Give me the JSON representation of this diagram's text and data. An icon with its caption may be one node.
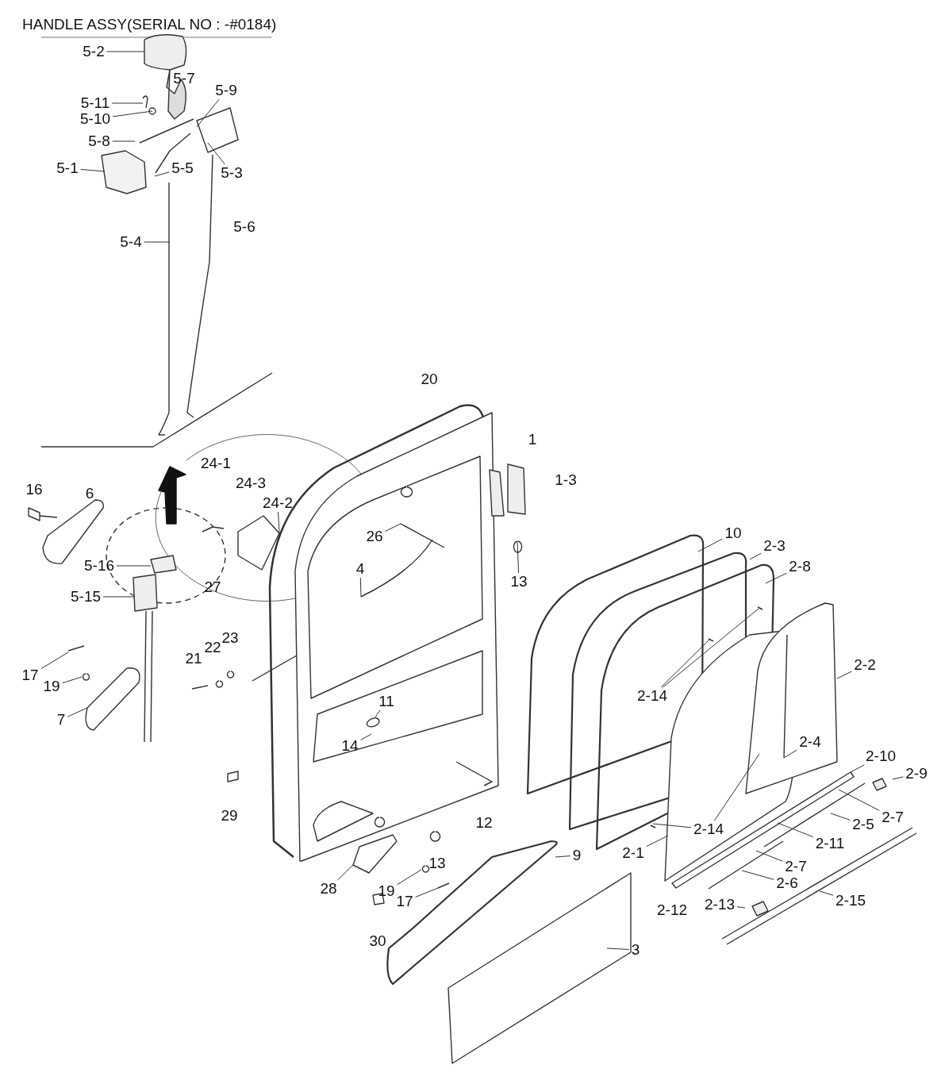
{
  "diagram": {
    "title": "HANDLE ASSY(SERIAL NO : -#0184)",
    "nodes": [
      {
        "text": [
          "5-2"
        ]
      },
      {
        "text": [
          "5-11"
        ]
      },
      {
        "text": [
          "5-10"
        ]
      },
      {
        "text": [
          "5-8"
        ]
      },
      {
        "text": [
          "5-1"
        ]
      },
      {
        "text": [
          "5-4"
        ]
      },
      {
        "text": [
          "5-9"
        ]
      },
      {
        "text": [
          "5-3"
        ]
      },
      {
        "text": [
          "5-5"
        ]
      },
      {
        "text": [
          "5-16"
        ]
      },
      {
        "text": [
          "5-15"
        ]
      },
      {
        "text": [
          "24-2"
        ]
      },
      {
        "text": [
          "26"
        ]
      },
      {
        "text": [
          "4"
        ]
      },
      {
        "text": [
          "13"
        ]
      },
      {
        "text": [
          "10"
        ]
      },
      {
        "text": [
          "2-3"
        ]
      },
      {
        "text": [
          "2-8"
        ]
      },
      {
        "text": [
          "2-14"
        ]
      },
      {
        "text": [
          "2-2"
        ]
      },
      {
        "text": [
          "2-4"
        ]
      },
      {
        "text": [
          "2-10"
        ]
      },
      {
        "text": [
          "2-9"
        ]
      },
      {
        "text": [
          "2-7"
        ]
      },
      {
        "text": [
          "2-5"
        ]
      },
      {
        "text": [
          "2-11"
        ]
      },
      {
        "text": [
          "2-7"
        ]
      },
      {
        "text": [
          "2-6"
        ]
      },
      {
        "text": [
          "2-14"
        ]
      },
      {
        "text": [
          "2-1"
        ]
      },
      {
        "text": [
          "2-13"
        ]
      },
      {
        "text": [
          "2-15"
        ]
      },
      {
        "text": [
          "9"
        ]
      },
      {
        "text": [
          "3"
        ]
      },
      {
        "text": [
          "11"
        ]
      },
      {
        "text": [
          "14"
        ]
      },
      {
        "text": [
          "17"
        ]
      },
      {
        "text": [
          "19"
        ]
      },
      {
        "text": [
          "7"
        ]
      },
      {
        "text": [
          "28"
        ]
      },
      {
        "text": [
          "19"
        ]
      },
      {
        "text": [
          "17"
        ]
      }
    ],
    "edges": [
      {
        "from": 0,
        "to": null,
        "arrow": "none"
      },
      {
        "from": 1,
        "to": null,
        "arrow": "none"
      },
      {
        "from": 2,
        "to": null,
        "arrow": "none"
      },
      {
        "from": 3,
        "to": null,
        "arrow": "none"
      },
      {
        "from": 4,
        "to": null,
        "arrow": "none"
      },
      {
        "from": 5,
        "to": null,
        "arrow": "none"
      },
      {
        "from": 6,
        "to": null,
        "arrow": "none"
      },
      {
        "from": 7,
        "to": null,
        "arrow": "none"
      },
      {
        "from": 8,
        "to": null,
        "arrow": "none"
      },
      {
        "from": 9,
        "to": null,
        "arrow": "none"
      },
      {
        "from": 10,
        "to": null,
        "arrow": "none"
      },
      {
        "from": 11,
        "to": null,
        "arrow": "none"
      },
      {
        "from": 12,
        "to": null,
        "arrow": "none"
      },
      {
        "from": 13,
        "to": null,
        "arrow": "none"
      },
      {
        "from": 14,
        "to": null,
        "arrow": "none"
      },
      {
        "from": 15,
        "to": null,
        "arrow": "none"
      },
      {
        "from": 16,
        "to": null,
        "arrow": "none"
      },
      {
        "from": 17,
        "to": null,
        "arrow": "none"
      },
      {
        "from": 18,
        "to": null,
        "arrow": "none"
      },
      {
        "from": 18,
        "to": null,
        "arrow": "none"
      },
      {
        "from": 19,
        "to": null,
        "arrow": "none"
      },
      {
        "from": 20,
        "to": null,
        "arrow": "none"
      },
      {
        "from": 21,
        "to": null,
        "arrow": "none"
      },
      {
        "from": 22,
        "to": null,
        "arrow": "none"
      },
      {
        "from": 23,
        "to": null,
        "arrow": "none"
      },
      {
        "from": 24,
        "to": null,
        "arrow": "none"
      },
      {
        "from": 25,
        "to": null,
        "arrow": "none"
      },
      {
        "from": 26,
        "to": null,
        "arrow": "none"
      },
      {
        "from": 27,
        "to": null,
        "arrow": "none"
      },
      {
        "from": 28,
        "to": null,
        "arrow": "none"
      },
      {
        "from": 28,
        "to": null,
        "arrow": "none"
      },
      {
        "from": 29,
        "to": null,
        "arrow": "none"
      },
      {
        "from": 30,
        "to": null,
        "arrow": "none"
      },
      {
        "from": 31,
        "to": null,
        "arrow": "none"
      },
      {
        "from": 32,
        "to": null,
        "arrow": "none"
      },
      {
        "from": 33,
        "to": null,
        "arrow": "none"
      },
      {
        "from": 34,
        "to": null,
        "arrow": "none"
      },
      {
        "from": 35,
        "to": null,
        "arrow": "none"
      },
      {
        "from": 36,
        "to": null,
        "arrow": "none"
      },
      {
        "from": 37,
        "to": null,
        "arrow": "none"
      },
      {
        "from": 38,
        "to": null,
        "arrow": "none"
      },
      {
        "from": 39,
        "to": null,
        "arrow": "none"
      },
      {
        "from": 40,
        "to": null,
        "arrow": "none"
      },
      {
        "from": 41,
        "to": null,
        "arrow": "none"
      }
    ],
    "labels": [
      "5-7",
      "5-6",
      "20",
      "24-1",
      "24-3",
      "16",
      "6",
      "1",
      "1-3",
      "27",
      "23",
      "22",
      "21",
      "29",
      "12",
      "13",
      "2-12",
      "30"
    ]
  }
}
